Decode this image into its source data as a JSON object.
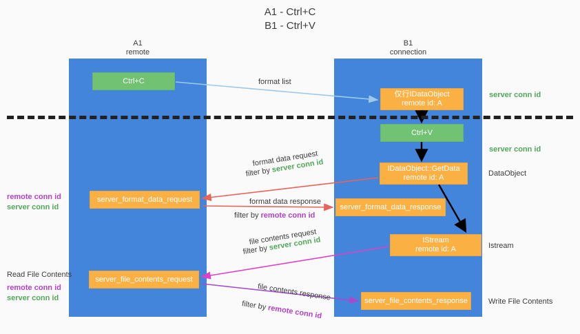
{
  "title": "A1 - Ctrl+C\nB1 - Ctrl+V",
  "colors": {
    "lane": "#4285da",
    "node_green": "#72c274",
    "node_orange": "#fbb043",
    "server_conn_id": "#51a85a",
    "remote_conn_id": "#b340c8",
    "divider": "#212121",
    "arrow_blue": "#9fc9ea",
    "arrow_red": "#e8635a",
    "arrow_black": "#000000",
    "arrow_magenta": "#e040c8",
    "arrow_purple": "#a64bd0",
    "background": "#fafafa"
  },
  "lanes": [
    {
      "name": "a1",
      "title": "A1\nremote"
    },
    {
      "name": "b1",
      "title": "B1\nconnection"
    }
  ],
  "nodes": {
    "ctrl_c": "Ctrl+C",
    "idataobject": "仅行IDataObject\nremote id: A",
    "ctrl_v": "Ctrl+V",
    "getdata": "IDataObject::GetData\nremote id: A",
    "istream": "IStream\nremote id: A",
    "server_format_data_request": "server_format_data_request",
    "server_format_data_response": "server_format_data_response",
    "server_file_contents_request": "server_file_contents_request",
    "server_file_contents_response": "server_file_contents_response"
  },
  "annotations": {
    "format_list": "format list",
    "server_conn_id_top": "server conn id",
    "server_conn_id_mid": "server conn id",
    "dataobject": "DataObject",
    "istream_label": "Istream",
    "write_file_contents": "Write File Contents",
    "read_file_contents": "Read File Contents",
    "remote_conn_id": "remote conn id",
    "server_conn_id": "server conn id",
    "format_data_request": "format data request",
    "format_data_response": "format data response",
    "file_contents_request": "file contents request",
    "file_contents_response": "file contents response",
    "filter_by": "filter by "
  }
}
